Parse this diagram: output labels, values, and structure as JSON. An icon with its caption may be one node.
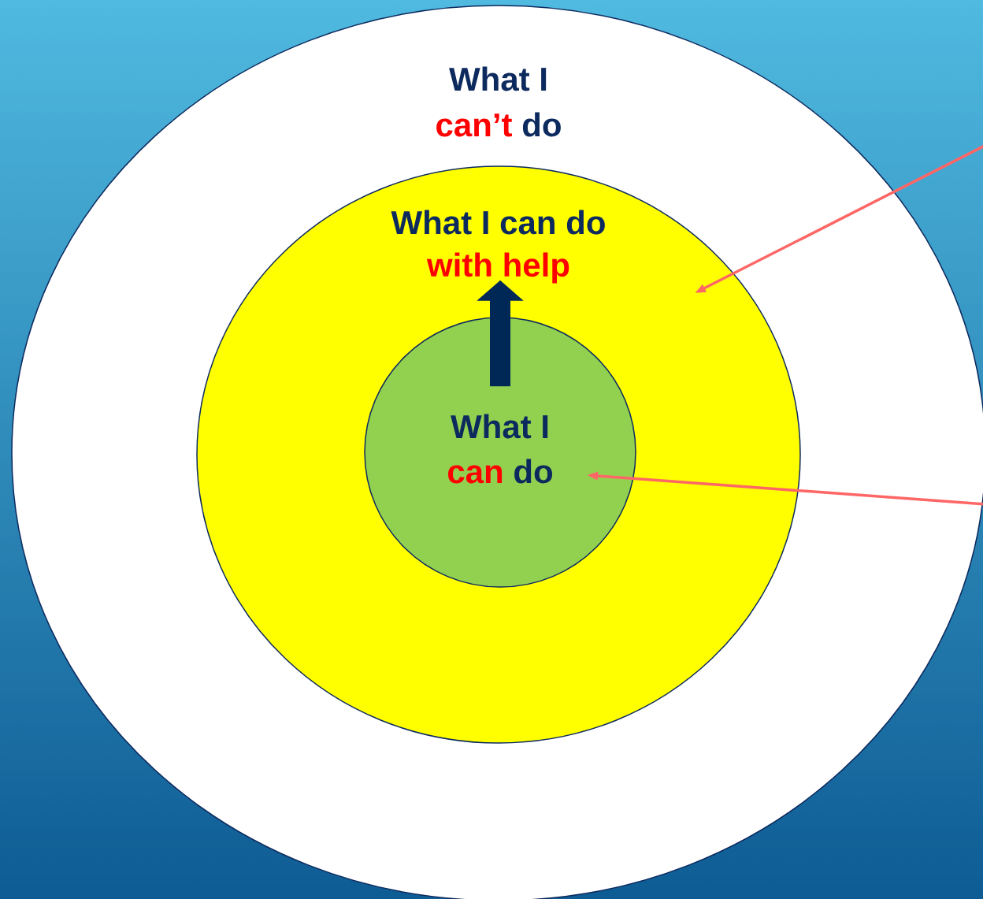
{
  "diagram": {
    "nodes": [
      {
        "text": [
          "What I",
          "can’t",
          "do"
        ]
      },
      {
        "text": [
          "What I can do",
          "with help"
        ],
        "in": 0
      },
      {
        "text": [
          "What I",
          "can",
          "do"
        ],
        "in": 1
      }
    ],
    "edges": [
      {
        "from": null,
        "to": 1,
        "arrow": "to",
        "color": "#ff6666"
      },
      {
        "from": null,
        "to": 2,
        "arrow": "to",
        "color": "#ff6666"
      }
    ]
  }
}
